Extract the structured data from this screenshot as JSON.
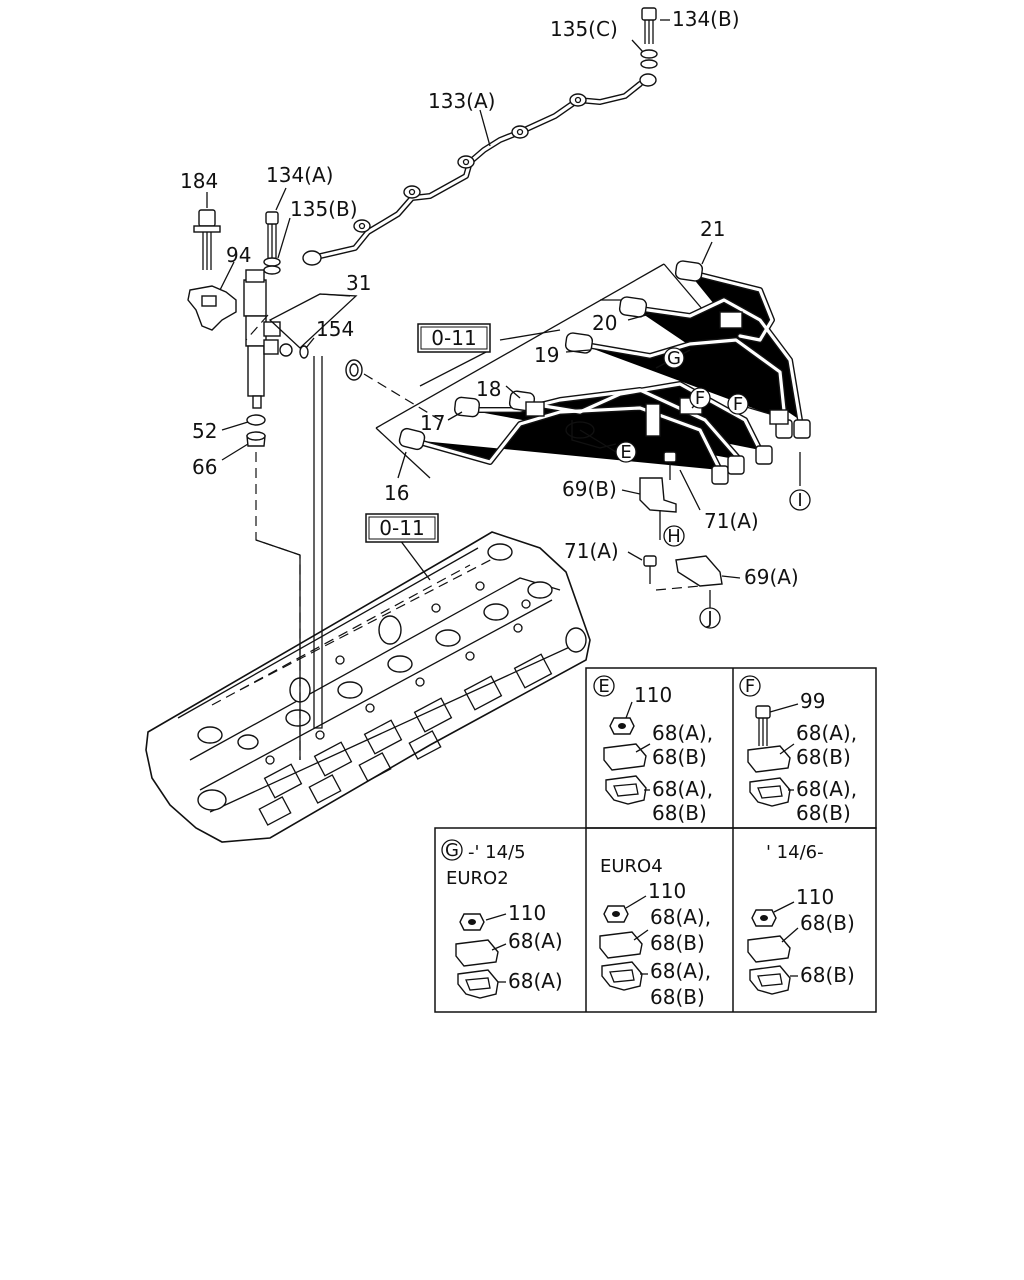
{
  "callouts": {
    "c135c": "135(C)",
    "c134b": "134(B)",
    "c133a": "133(A)",
    "c184": "184",
    "c134a": "134(A)",
    "c135b": "135(B)",
    "c94": "94",
    "c31": "31",
    "c154": "154",
    "c52": "52",
    "c66": "66",
    "c21": "21",
    "c20": "20",
    "c19": "19",
    "c18": "18",
    "c17": "17",
    "c16": "16",
    "c69b": "69(B)",
    "c71a1": "71(A)",
    "c71a2": "71(A)",
    "c69a": "69(A)"
  },
  "refs": {
    "ref1": "0-11",
    "ref2": "0-11"
  },
  "markers": {
    "g": "G",
    "f1": "F",
    "f2": "F",
    "e": "E",
    "h": "H",
    "i": "I",
    "j": "J"
  },
  "detail": {
    "e": {
      "marker": "E",
      "part_nut": "110",
      "clip_top": [
        "68(A),",
        "68(B)"
      ],
      "clip_bottom": [
        "68(A),",
        "68(B)"
      ]
    },
    "f": {
      "marker": "F",
      "part_bolt": "99",
      "clip_top": [
        "68(A),",
        "68(B)"
      ],
      "clip_bottom": [
        "68(A),",
        "68(B)"
      ]
    },
    "g": {
      "marker": "G",
      "col1_period": "-' 14/5",
      "col1_title": "EURO2",
      "col1_nut": "110",
      "col1_top": "68(A)",
      "col1_bottom": "68(A)",
      "col2_title": "EURO4",
      "col2_nut": "110",
      "col2_top": [
        "68(A),",
        "68(B)"
      ],
      "col2_bottom": [
        "68(A),",
        "68(B)"
      ],
      "col3_period": "' 14/6-",
      "col3_nut": "110",
      "col3_top": "68(B)",
      "col3_bottom": "68(B)"
    }
  }
}
